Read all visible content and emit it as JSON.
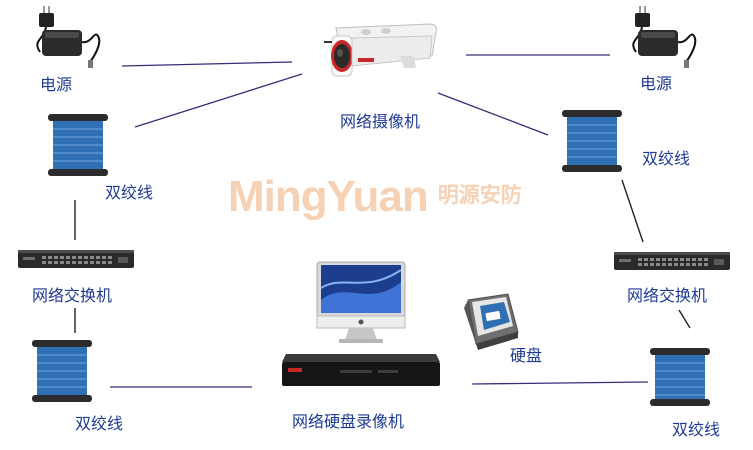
{
  "labels": {
    "power_left": "电源",
    "power_right": "电源",
    "camera": "网络摄像机",
    "cable_top_left": "双绞线",
    "cable_top_right": "双绞线",
    "cable_bottom_left": "双绞线",
    "cable_bottom_right": "双绞线",
    "switch_left": "网络交换机",
    "switch_right": "网络交换机",
    "nvr": "网络硬盘录像机",
    "hdd": "硬盘"
  },
  "watermark": {
    "latin": "MingYuan",
    "chinese": "明源安防"
  },
  "colors": {
    "label": "#1f3a93",
    "link": "#3a2a7a",
    "cable": "#2f6fb3",
    "watermark": "#f6c9a7"
  }
}
